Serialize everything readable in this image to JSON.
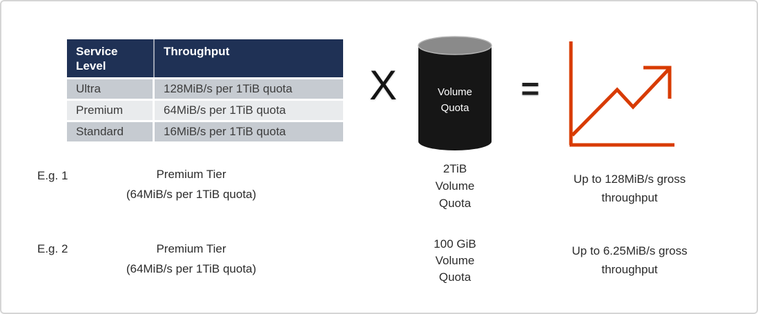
{
  "colors": {
    "table_header_bg": "#1F3155",
    "table_header_text": "#FFFFFF",
    "table_row_dark_bg": "#C6CBD1",
    "table_row_light_bg": "#E9EBED",
    "accent_orange": "#D83B01",
    "cylinder_body": "#161616",
    "cylinder_top": "#8A8A8A",
    "cylinder_text": "#FFFFFF",
    "frame_border": "#D5D5D5"
  },
  "table": {
    "headers": [
      "Service Level",
      "Throughput"
    ],
    "rows": [
      {
        "service_level": "Ultra",
        "throughput": "128MiB/s per 1TiB quota"
      },
      {
        "service_level": "Premium",
        "throughput": "64MiB/s per 1TiB quota"
      },
      {
        "service_level": "Standard",
        "throughput": "16MiB/s per 1TiB quota"
      }
    ]
  },
  "formula": {
    "multiply_symbol": "X",
    "equals_symbol": "=",
    "cylinder_label": {
      "line1": "Volume",
      "line2": "Quota"
    }
  },
  "examples": [
    {
      "label": "E.g. 1",
      "tier": {
        "line1": "Premium Tier",
        "line2": "(64MiB/s per 1TiB quota)"
      },
      "quota": {
        "line1": "2TiB",
        "line2": "Volume",
        "line3": "Quota"
      },
      "result": {
        "line1": "Up to 128MiB/s gross",
        "line2": "throughput"
      }
    },
    {
      "label": "E.g. 2",
      "tier": {
        "line1": "Premium Tier",
        "line2": "(64MiB/s per 1TiB quota)"
      },
      "quota": {
        "line1": "100 GiB",
        "line2": "Volume",
        "line3": "Quota"
      },
      "result": {
        "line1": "Up to 6.25MiB/s gross",
        "line2": "throughput"
      }
    }
  ]
}
